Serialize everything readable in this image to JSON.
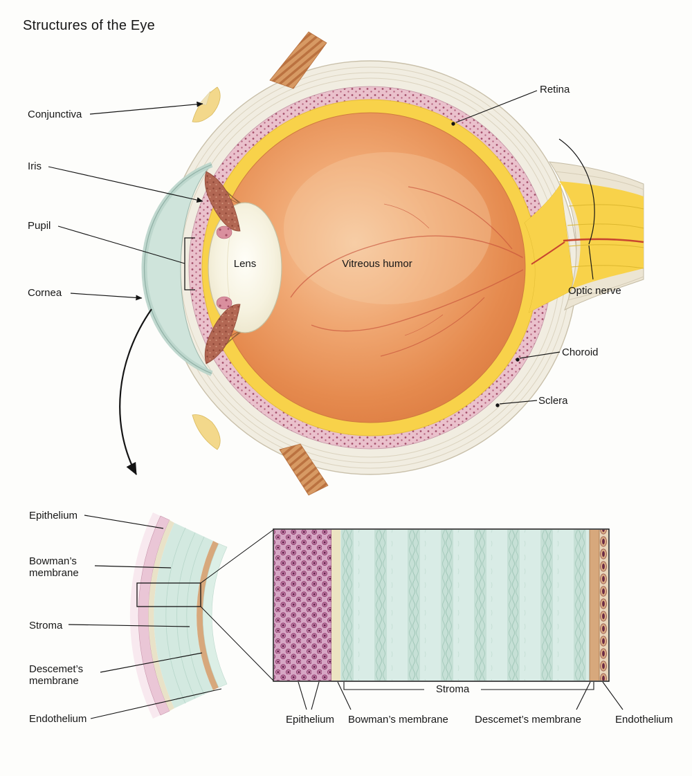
{
  "title": "Structures of the Eye",
  "eye": {
    "conjunctiva": "Conjunctiva",
    "iris": "Iris",
    "pupil": "Pupil",
    "cornea": "Cornea",
    "lens": "Lens",
    "vitreous": "Vitreous humor",
    "retina": "Retina",
    "optic_nerve": "Optic nerve",
    "choroid": "Choroid",
    "sclera": "Sclera"
  },
  "cornea_inset": {
    "epithelium": "Epithelium",
    "bowmans": "Bowman’s membrane",
    "stroma": "Stroma",
    "descemets": "Descemet’s membrane",
    "endothelium": "Endothelium"
  },
  "histology": {
    "stroma_bracket": "Stroma",
    "epithelium": "Epithelium",
    "bowmans": "Bowman’s membrane",
    "descemets": "Descemet’s membrane",
    "endothelium": "Endothelium"
  },
  "colors": {
    "retina_yellow": "#f8d24a",
    "choroid_pink": "#eac1cc",
    "sclera_beige": "#f1ede1",
    "vitreous_orange": "#e58a4e",
    "cornea_teal": "#cfe4db",
    "stroma_teal": "#d9ece6",
    "epithelium_purple": "#c07da6"
  }
}
